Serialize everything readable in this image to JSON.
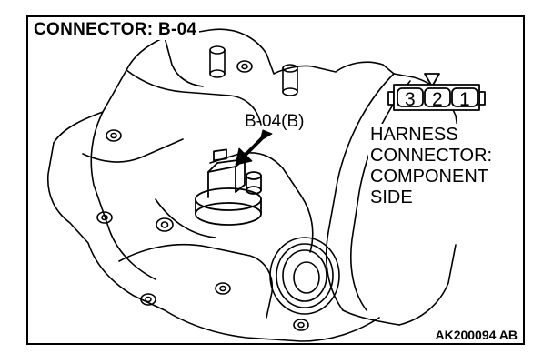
{
  "title": "CONNECTOR: B-04",
  "part_label": "B-04(B)",
  "harness_label": [
    "HARNESS",
    "CONNECTOR:",
    "COMPONENT",
    "SIDE"
  ],
  "pins": [
    "3",
    "2",
    "1"
  ],
  "reference_code": "AK200094 AB",
  "icons": [
    "arrow-icon",
    "triangle-marker-icon"
  ],
  "colors": {
    "line": "#000000",
    "background": "#ffffff"
  }
}
